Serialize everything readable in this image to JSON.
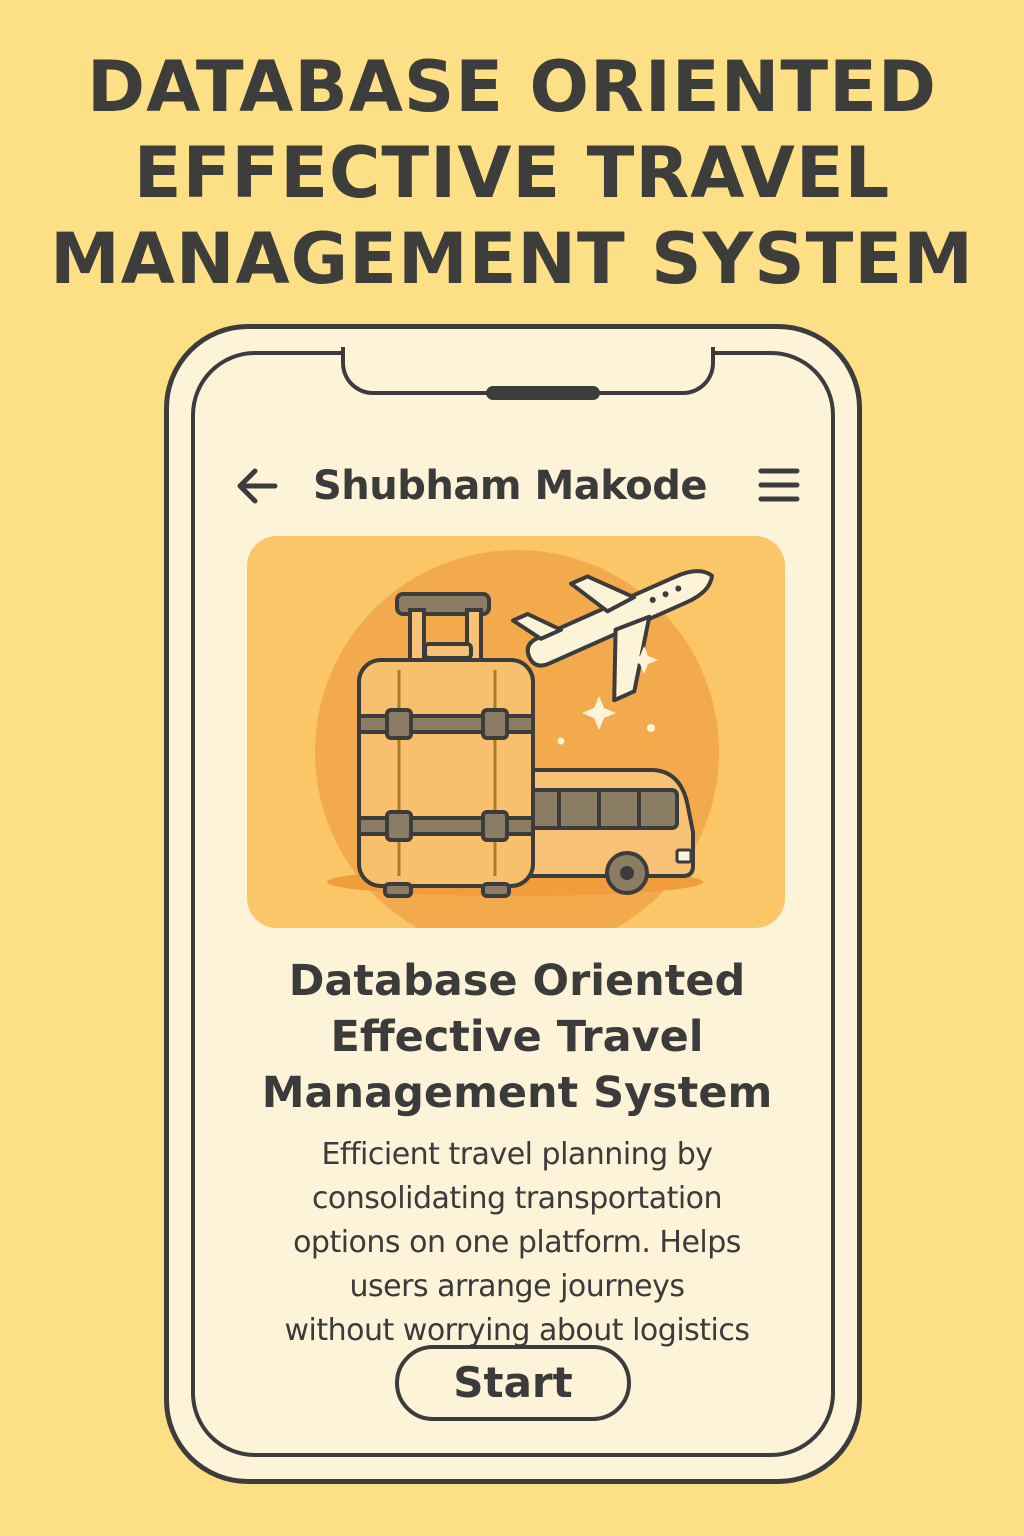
{
  "poster": {
    "title_lines": [
      "DATABASE ORIENTED",
      "EFFECTIVE TRAVEL",
      "MANAGEMENT SYSTEM"
    ]
  },
  "app_header": {
    "title": "Shubham Makode",
    "back_icon": "arrow-left-icon",
    "menu_icon": "hamburger-menu-icon"
  },
  "hero": {
    "illustration": [
      "suitcase",
      "airplane",
      "bus",
      "sparkles"
    ]
  },
  "main": {
    "title_lines": [
      "Database Oriented",
      "Effective Travel",
      "Management System"
    ],
    "description_lines": [
      "Efficient travel planning by",
      "consolidating transportation",
      "options on one platform. Helps",
      "users arrange journeys",
      "without worrying about logistics"
    ],
    "start_label": "Start"
  },
  "colors": {
    "background": "#fde085",
    "phone_screen": "#fdf3d8",
    "hero_card": "#fbc667",
    "accent_orange": "#f0a448",
    "outline": "#3c3c3c"
  }
}
